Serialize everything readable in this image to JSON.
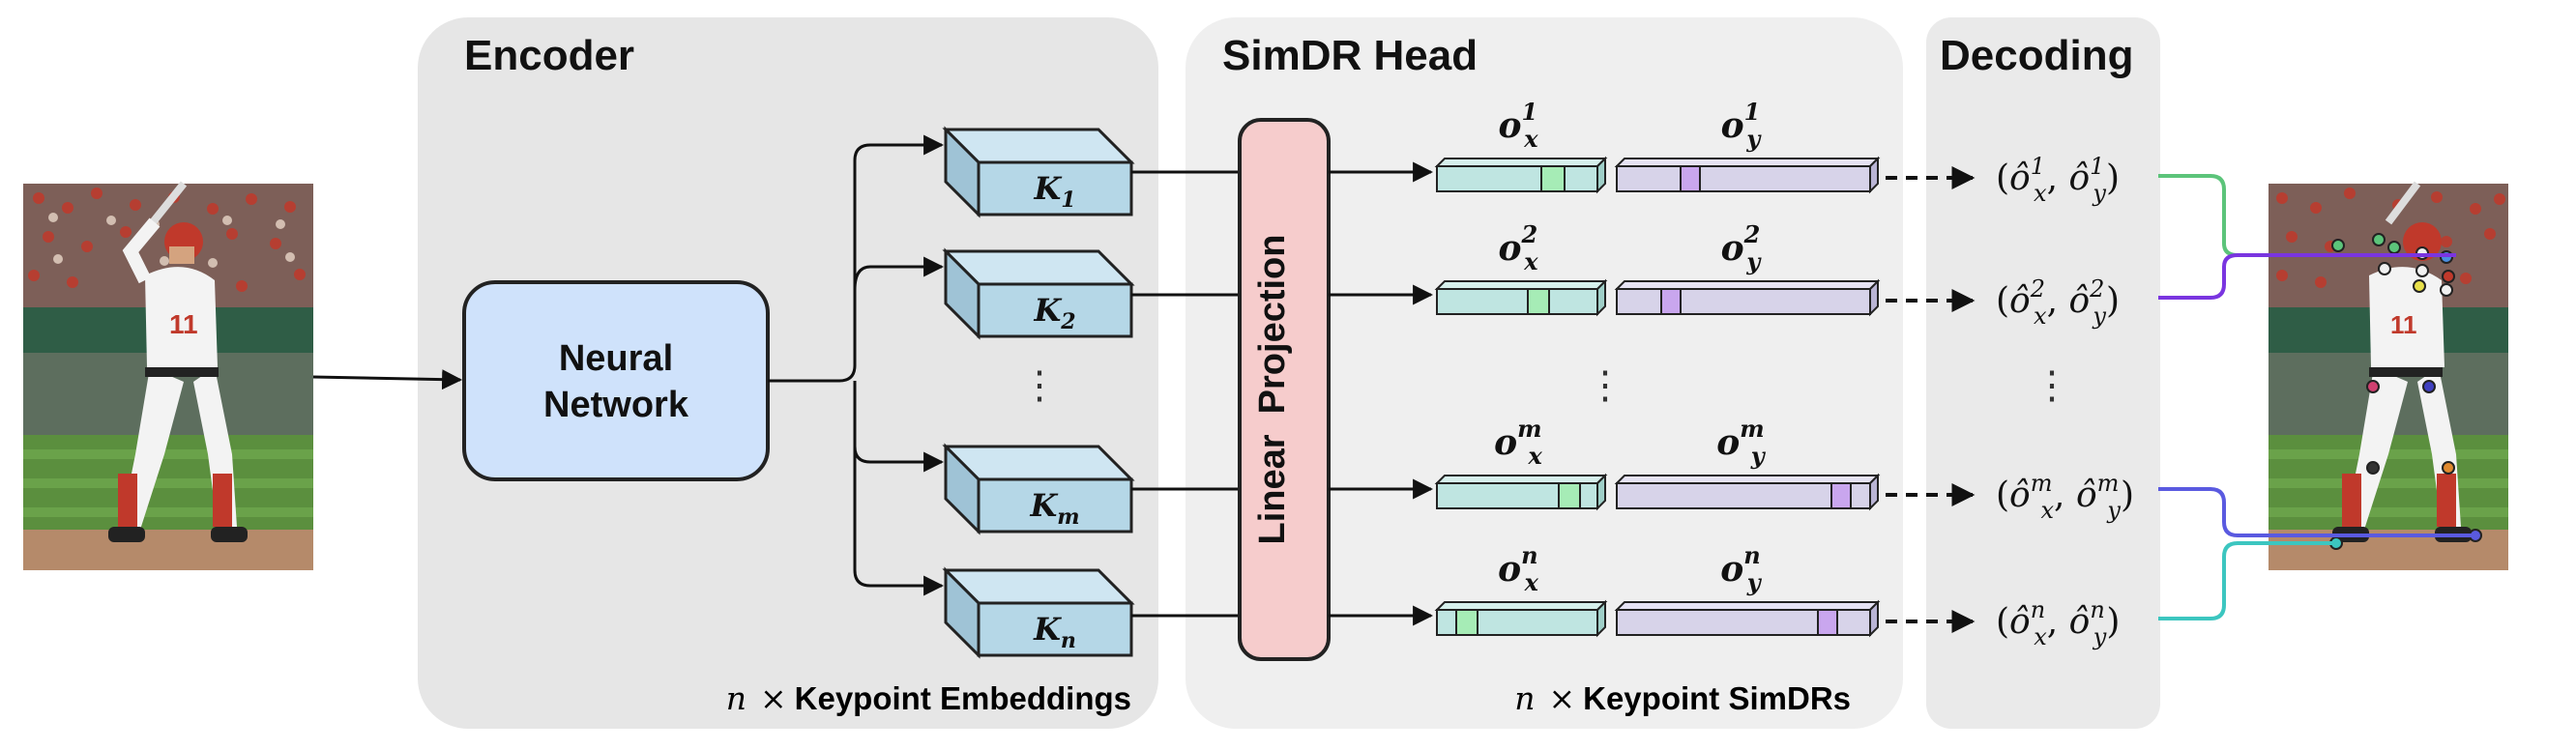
{
  "panels": {
    "encoder": {
      "title": "Encoder",
      "footer_var": "n",
      "footer_times": "×",
      "footer_text": "Keypoint Embeddings"
    },
    "simdr": {
      "title": "SimDR Head",
      "footer_var": "n",
      "footer_times": "×",
      "footer_text": "Keypoint SimDRs"
    },
    "decoding": {
      "title": "Decoding"
    }
  },
  "network": {
    "line1": "Neural",
    "line2": "Network"
  },
  "projection": {
    "label": "Linear  Projection"
  },
  "keypoints": [
    {
      "k_base": "K",
      "k_sub": "1",
      "ox_base": "o",
      "ox_sub": "x",
      "ox_sup": "1",
      "oy_base": "o",
      "oy_sub": "y",
      "oy_sup": "1",
      "dx_base": "ô",
      "dx_sub": "x",
      "dx_sup": "1",
      "dy_base": "ô",
      "dy_sub": "y",
      "dy_sup": "1"
    },
    {
      "k_base": "K",
      "k_sub": "2",
      "ox_base": "o",
      "ox_sub": "x",
      "ox_sup": "2",
      "oy_base": "o",
      "oy_sub": "y",
      "oy_sup": "2",
      "dx_base": "ô",
      "dx_sub": "x",
      "dx_sup": "2",
      "dy_base": "ô",
      "dy_sub": "y",
      "dy_sup": "2"
    },
    {
      "k_base": "K",
      "k_sub": "m",
      "ox_base": "o",
      "ox_sub": "x",
      "ox_sup": "m",
      "oy_base": "o",
      "oy_sub": "y",
      "oy_sup": "m",
      "dx_base": "ô",
      "dx_sub": "x",
      "dx_sup": "m",
      "dy_base": "ô",
      "dy_sub": "y",
      "dy_sup": "m"
    },
    {
      "k_base": "K",
      "k_sub": "n",
      "ox_base": "o",
      "ox_sub": "x",
      "ox_sup": "n",
      "oy_base": "o",
      "oy_sub": "y",
      "oy_sup": "n",
      "dx_base": "ô",
      "dx_sub": "x",
      "dx_sup": "n",
      "dy_base": "ô",
      "dy_sub": "y",
      "dy_sup": "n"
    }
  ],
  "ellipsis": "⋮",
  "colors": {
    "panel_bg": "#e6e6e6",
    "network_fill": "#cfe2fb",
    "projection_fill": "#f6cccc",
    "block_fill": "#b5d7e7",
    "ox_fill": "#bfe5e1",
    "ox_highlight": "#a6ecb6",
    "oy_fill": "#d7d3e9",
    "oy_highlight": "#c9a6ee",
    "curve_green": "#5cc47a",
    "curve_purple": "#7a35e0",
    "curve_blue": "#5a5ae0",
    "curve_teal": "#3cc6c0"
  }
}
